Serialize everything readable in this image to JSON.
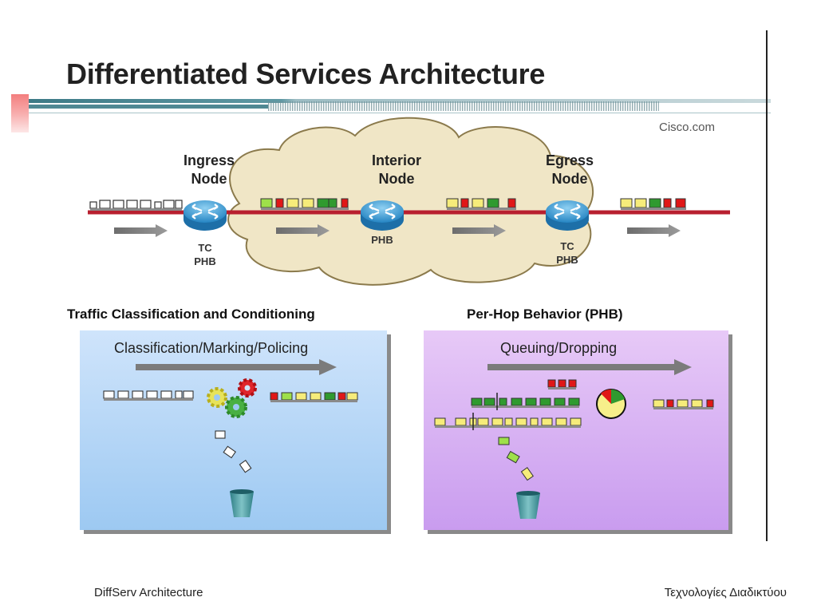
{
  "slide": {
    "title": "Differentiated Services Architecture",
    "brand": "Cisco.com",
    "footer_left": "DiffServ Architecture",
    "footer_right": "Τεχνολογίες Διαδικτύου"
  },
  "nodes": {
    "ingress": {
      "label_line1": "Ingress",
      "label_line2": "Node",
      "sub_line1": "TC",
      "sub_line2": "PHB"
    },
    "interior": {
      "label_line1": "Interior",
      "label_line2": "Node",
      "sub_line1": "PHB"
    },
    "egress": {
      "label_line1": "Egress",
      "label_line2": "Node",
      "sub_line1": "TC",
      "sub_line2": "PHB"
    }
  },
  "sections": {
    "left": {
      "title": "Traffic Classification and Conditioning",
      "panel_title": "Classification/Marking/Policing"
    },
    "right": {
      "title": "Per-Hop Behavior (PHB)",
      "panel_title": "Queuing/Dropping"
    }
  },
  "colors": {
    "link": "#b81f2f",
    "packet_white": "#ffffff",
    "packet_green": "#2f9a2f",
    "packet_light_green": "#9ee04a",
    "packet_yellow": "#f6ec7a",
    "packet_red": "#e01717",
    "router": "#3aa0d8",
    "cloud_fill": "#f0e6c6",
    "cloud_stroke": "#8b7a4c"
  },
  "icons": [
    "router-icon",
    "arrow-icon",
    "gear-icon",
    "bucket-icon",
    "pie-scheduler-icon"
  ]
}
